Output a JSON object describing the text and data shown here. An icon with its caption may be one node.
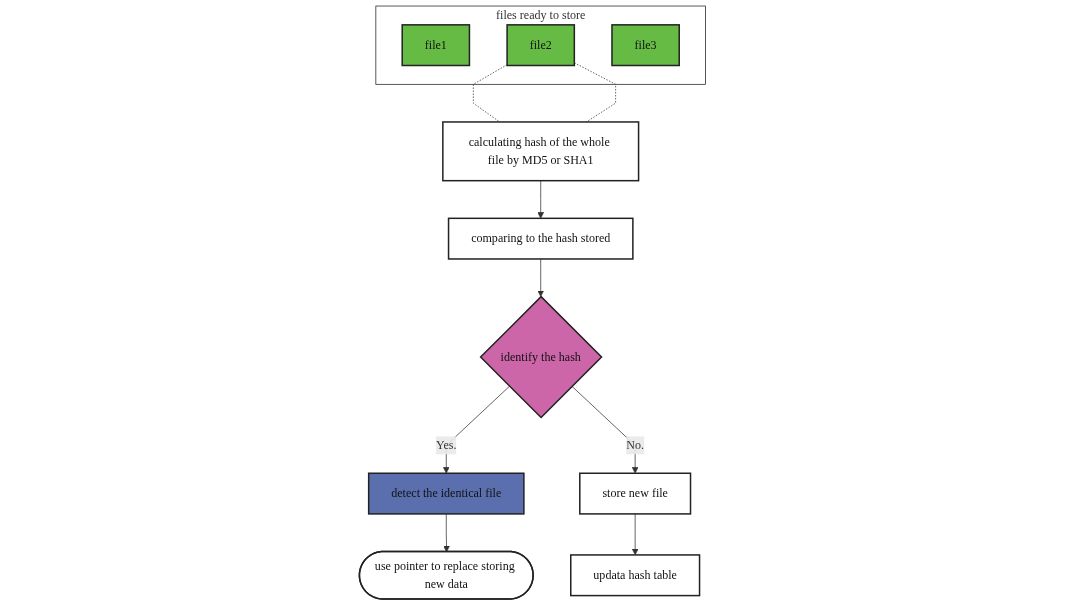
{
  "diagram": {
    "nodes": [
      {
        "text": [
          "files ready to store"
        ]
      },
      {
        "text": [
          "file1"
        ],
        "in": 0
      },
      {
        "text": [
          "file2"
        ],
        "in": 0
      },
      {
        "text": [
          "file3"
        ],
        "in": 0
      },
      {
        "text": [
          "calculating hash of the whole file by MD5 or SHA1"
        ]
      },
      {
        "text": [
          "comparing to the hash stored"
        ]
      },
      {
        "text": [
          "identify the hash"
        ]
      },
      {
        "text": [
          "detect the identical file"
        ]
      },
      {
        "text": [
          "use pointer to replace storing new data"
        ]
      },
      {
        "text": [
          "store new file"
        ]
      },
      {
        "text": [
          "updata hash table"
        ]
      }
    ],
    "edges": [
      {
        "from": 2,
        "to": 4,
        "arrow": "none",
        "style": "dashed"
      },
      {
        "from": 2,
        "to": 4,
        "arrow": "none",
        "style": "dashed"
      },
      {
        "from": 4,
        "to": 5,
        "arrow": "to"
      },
      {
        "from": 5,
        "to": 6,
        "arrow": "to"
      },
      {
        "from": 6,
        "to": 7,
        "arrow": "to",
        "label": "Yes."
      },
      {
        "from": 7,
        "to": 8,
        "arrow": "to"
      },
      {
        "from": 6,
        "to": 9,
        "arrow": "to",
        "label": "No."
      },
      {
        "from": 9,
        "to": 10,
        "arrow": "to"
      }
    ]
  }
}
